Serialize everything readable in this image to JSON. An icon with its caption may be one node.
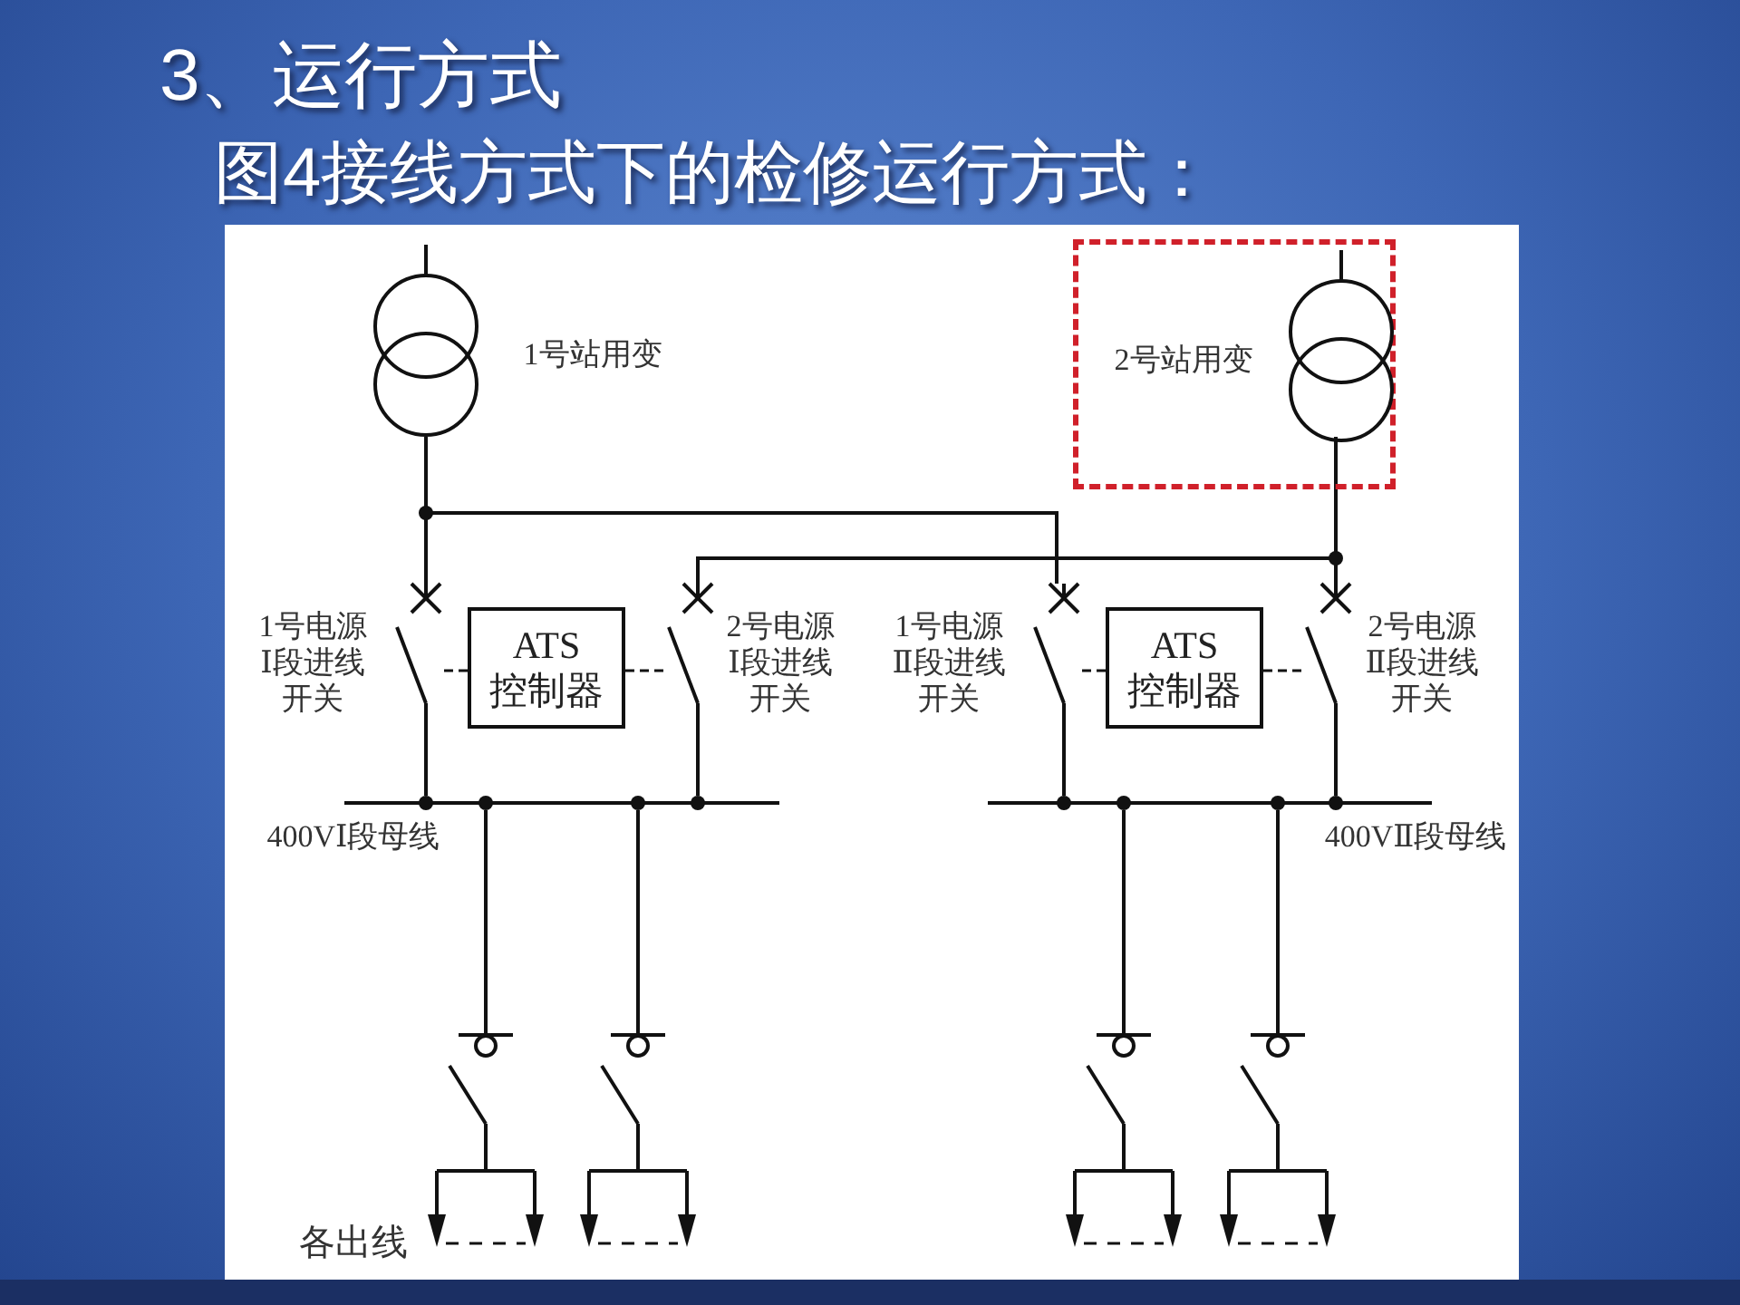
{
  "diagram": {
    "title": "3、运行方式",
    "nodes": [
      {
        "text": [],
        "shape": "circle",
        "beside": [
          "1号站用变"
        ]
      },
      {
        "text": [],
        "shape": "box"
      },
      {
        "text": [],
        "shape": "circle",
        "in": 1,
        "beside": [
          "2号站用变"
        ]
      },
      {
        "text": [],
        "shape": "switch",
        "beside": [
          "1号电源Ⅰ段进线开关"
        ]
      },
      {
        "text": [
          "ATS控制器"
        ]
      },
      {
        "text": [],
        "shape": "switch",
        "beside": [
          "2号电源Ⅰ段进线开关"
        ]
      },
      {
        "text": [],
        "shape": "switch",
        "beside": [
          "1号电源Ⅱ段进线开关"
        ]
      },
      {
        "text": [
          "ATS控制器"
        ]
      },
      {
        "text": [],
        "shape": "switch",
        "beside": [
          "2号电源Ⅱ段进线开关"
        ]
      },
      {
        "text": [],
        "shape": "bar",
        "beside": [
          "400VⅠ段母线"
        ]
      },
      {
        "text": [],
        "shape": "bar",
        "beside": [
          "400VⅡ段母线"
        ]
      },
      {
        "text": [],
        "shape": "switch"
      },
      {
        "text": [],
        "shape": "switch"
      },
      {
        "text": [],
        "shape": "switch"
      },
      {
        "text": [],
        "shape": "switch"
      }
    ],
    "edges": [
      {
        "from": 0,
        "to": 3,
        "arrow": "none"
      },
      {
        "from": 0,
        "to": 6,
        "arrow": "none"
      },
      {
        "from": 2,
        "to": 8,
        "arrow": "none"
      },
      {
        "from": 2,
        "to": 5,
        "arrow": "none"
      },
      {
        "from": 3,
        "to": 9,
        "arrow": "none"
      },
      {
        "from": 5,
        "to": 9,
        "arrow": "none"
      },
      {
        "from": 6,
        "to": 10,
        "arrow": "none"
      },
      {
        "from": 8,
        "to": 10,
        "arrow": "none"
      },
      {
        "from": 3,
        "to": 4,
        "arrow": "none",
        "style": "dashed"
      },
      {
        "from": 4,
        "to": 5,
        "arrow": "none",
        "style": "dashed"
      },
      {
        "from": 6,
        "to": 7,
        "arrow": "none",
        "style": "dashed"
      },
      {
        "from": 7,
        "to": 8,
        "arrow": "none",
        "style": "dashed"
      },
      {
        "from": 9,
        "to": 11,
        "arrow": "none"
      },
      {
        "from": 9,
        "to": 12,
        "arrow": "none"
      },
      {
        "from": 10,
        "to": 13,
        "arrow": "none"
      },
      {
        "from": 10,
        "to": 14,
        "arrow": "none"
      }
    ],
    "labels": [
      "图4接线方式下的检修运行方式：",
      "各出线"
    ]
  }
}
